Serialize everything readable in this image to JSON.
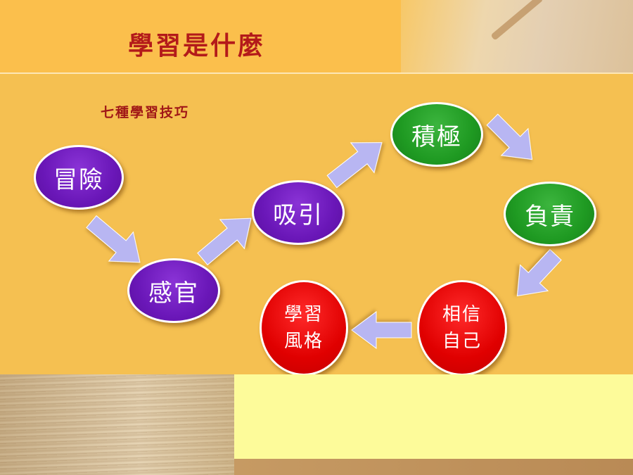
{
  "title": "學習是什麼",
  "subtitle": "七種學習技巧",
  "nodes": {
    "adventure": "冒險",
    "senses": "感官",
    "attraction": "吸引",
    "positive": "積極",
    "responsible": "負責",
    "believe_line1": "相信",
    "believe_line2": "自己",
    "style_line1": "學習",
    "style_line2": "風格"
  },
  "colors": {
    "purple": "#6a17b8",
    "green": "#1f9a22",
    "red": "#e00000",
    "arrow": "#b8b6f2",
    "title": "#b31a1a"
  }
}
